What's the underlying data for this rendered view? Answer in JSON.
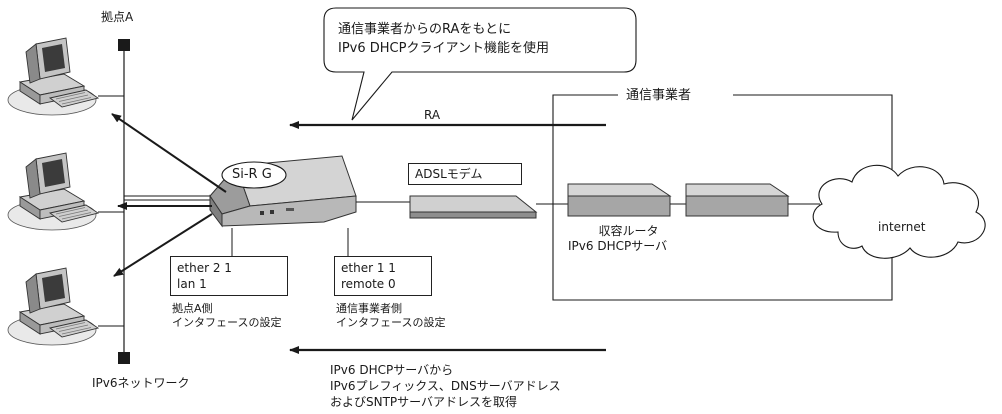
{
  "site": {
    "title": "拠点A",
    "network_label": "IPv6ネットワーク",
    "interface_box": {
      "line1": "ether 2 1",
      "line2": "lan 1"
    },
    "interface_caption": {
      "line1": "拠点A側",
      "line2": "インタフェースの設定"
    }
  },
  "router": {
    "label": "Si-R G"
  },
  "carrier": {
    "title": "通信事業者",
    "interface_box": {
      "line1": "ether 1 1",
      "line2": "remote 0"
    },
    "interface_caption": {
      "line1": "通信事業者側",
      "line2": "インタフェースの設定"
    },
    "modem_label": "ADSLモデム",
    "router_label": {
      "line1": "収容ルータ",
      "line2": "IPv6 DHCPサーバ"
    }
  },
  "cloud": {
    "label": "internet"
  },
  "callout": {
    "line1": "通信事業者からのRAをもとに",
    "line2": "IPv6 DHCPクライアント機能を使用"
  },
  "ra_arrow": {
    "label": "RA"
  },
  "dhcp_arrow": {
    "line1": "IPv6 DHCPサーバから",
    "line2": "IPv6プレフィックス、DNSサーバアドレス",
    "line3": "およびSNTPサーバアドレスを取得"
  },
  "icons": {
    "pc": "desktop-pc-icon",
    "router": "router-device-icon",
    "modem": "adsl-modem-icon",
    "cloud": "cloud-icon",
    "bus_end": "bus-terminator-icon"
  },
  "colors": {
    "line": "#1a1a1a",
    "device_light": "#d8d8d8",
    "device_mid": "#a8a8a8",
    "device_dark": "#6e6e6e"
  }
}
